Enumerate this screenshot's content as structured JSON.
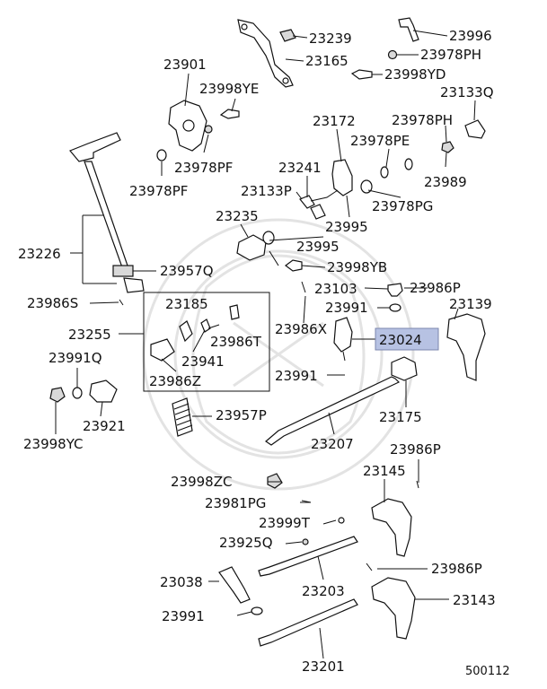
{
  "diagram": {
    "highlight_color": "#b7c2e3",
    "highlighted_part": "23024",
    "reference_code": "500112",
    "labels": {
      "p23239": "23239",
      "p23996": "23996",
      "p23978PH_top": "23978PH",
      "p23165": "23165",
      "p23998YD": "23998YD",
      "p23901": "23901",
      "p23998YE": "23998YE",
      "p23133Q": "23133Q",
      "p23172": "23172",
      "p23978PH_mid": "23978PH",
      "p23978PE": "23978PE",
      "p23978PF_right": "23978PF",
      "p23978PF_left": "23978PF",
      "p23241": "23241",
      "p23989": "23989",
      "p23133P": "23133P",
      "p23978PG": "23978PG",
      "p23995_a": "23995",
      "p23235": "23235",
      "p23995_b": "23995",
      "p23226": "23226",
      "p23957Q": "23957Q",
      "p23998YB": "23998YB",
      "p23103": "23103",
      "p23986P_a": "23986P",
      "p23986S": "23986S",
      "p23185": "23185",
      "p23991_a": "23991",
      "p23139": "23139",
      "p23255": "23255",
      "p23986X": "23986X",
      "p23024": "23024",
      "p23986T": "23986T",
      "p23991Q": "23991Q",
      "p23941": "23941",
      "p23991_b": "23991",
      "p23986Z": "23986Z",
      "p23175": "23175",
      "p23921": "23921",
      "p23998YC": "23998YC",
      "p23957P": "23957P",
      "p23207": "23207",
      "p23986P_b": "23986P",
      "p23145": "23145",
      "p23998ZC": "23998ZC",
      "p23981PG": "23981PG",
      "p23999T": "23999T",
      "p23925Q": "23925Q",
      "p23038": "23038",
      "p23986P_c": "23986P",
      "p23203": "23203",
      "p23143": "23143",
      "p23991_c": "23991",
      "p23201": "23201"
    }
  }
}
